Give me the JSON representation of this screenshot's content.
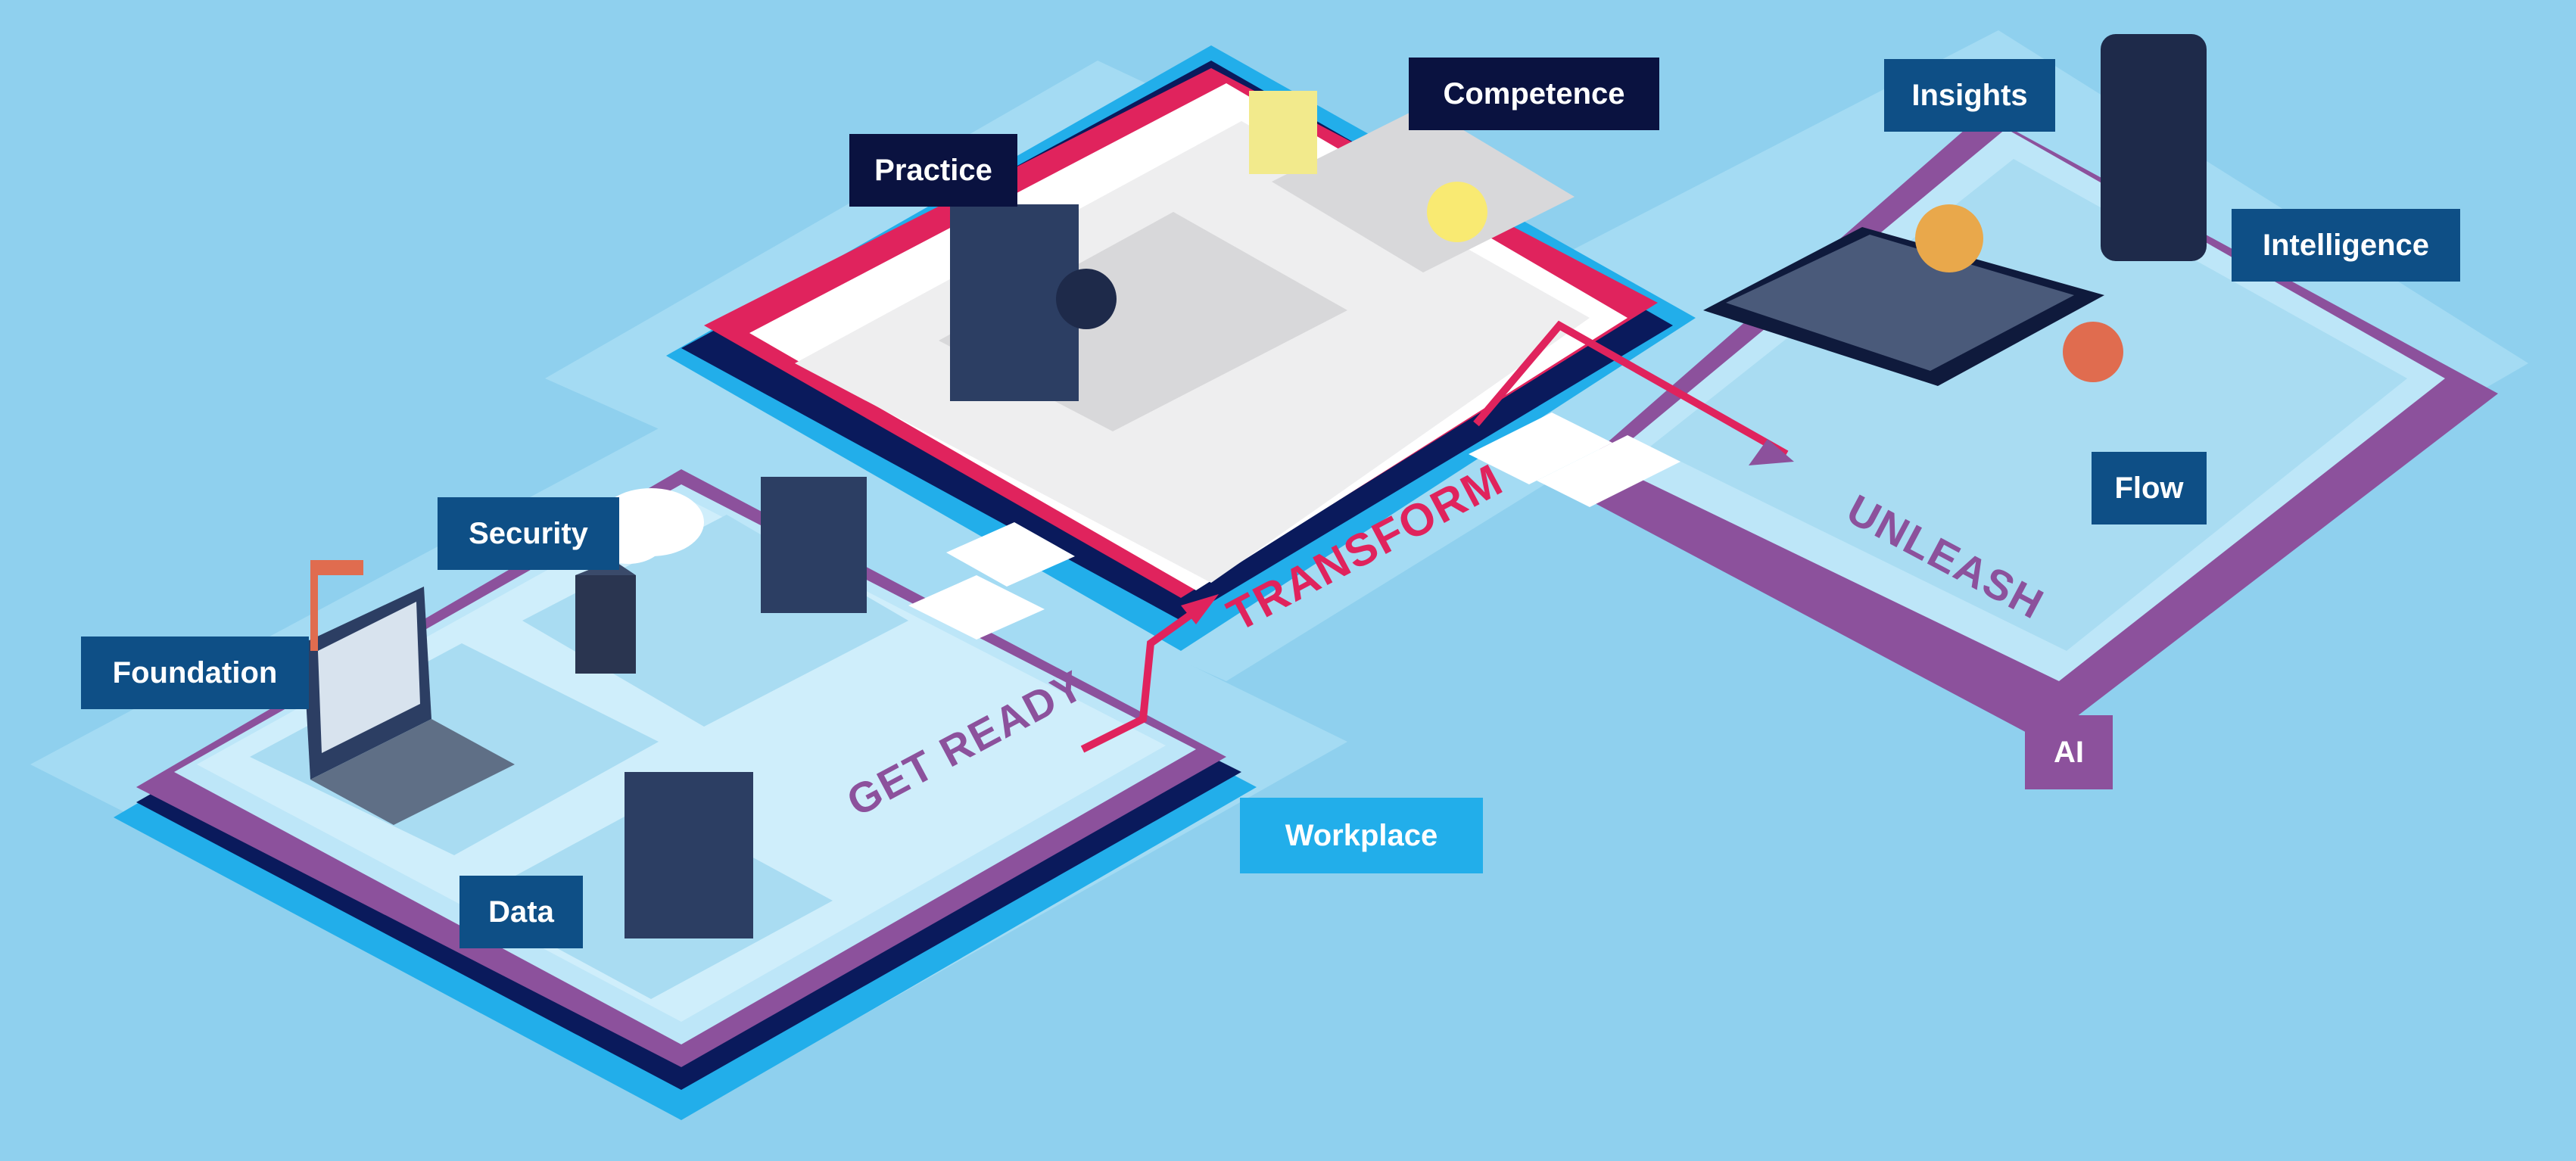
{
  "labels": {
    "practice": "Practice",
    "competence": "Competence",
    "insights": "Insights",
    "intelligence": "Intelligence",
    "flow": "Flow",
    "ai": "AI",
    "workplace": "Workplace",
    "security": "Security",
    "foundation": "Foundation",
    "data": "Data"
  },
  "stages": {
    "get_ready": "GET READY",
    "transform": "TRANSFORM",
    "unleash": "UNLEASH"
  },
  "colors": {
    "background": "#8fd0ee",
    "navy": "#0a1240",
    "blue": "#0e4f86",
    "cyan": "#22aeea",
    "purple": "#8c519c",
    "pink": "#e0235d"
  }
}
